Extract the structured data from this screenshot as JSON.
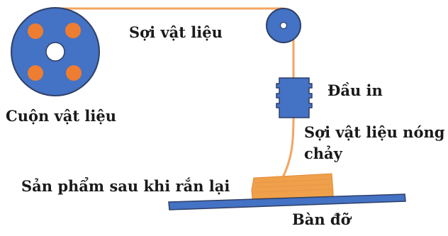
{
  "diagram": {
    "labels": {
      "material_spool": "Cuộn vật liệu",
      "filament": "Sợi vật liệu",
      "print_head": "Đầu in",
      "molten_filament_line1": "Sợi vật liệu nóng",
      "molten_filament_line2": "chảy",
      "product_after_solidifying": "Sản phẩm sau khi rắn lại",
      "build_plate": "Bàn đỡ"
    },
    "colors": {
      "spool_blue": "#4472c4",
      "spool_hole_orange": "#ed7d31",
      "filament_orange": "#f4a460",
      "product_orange": "#f0a04b",
      "plate_blue": "#4472c4",
      "outline_dark": "#2f3f66"
    }
  }
}
